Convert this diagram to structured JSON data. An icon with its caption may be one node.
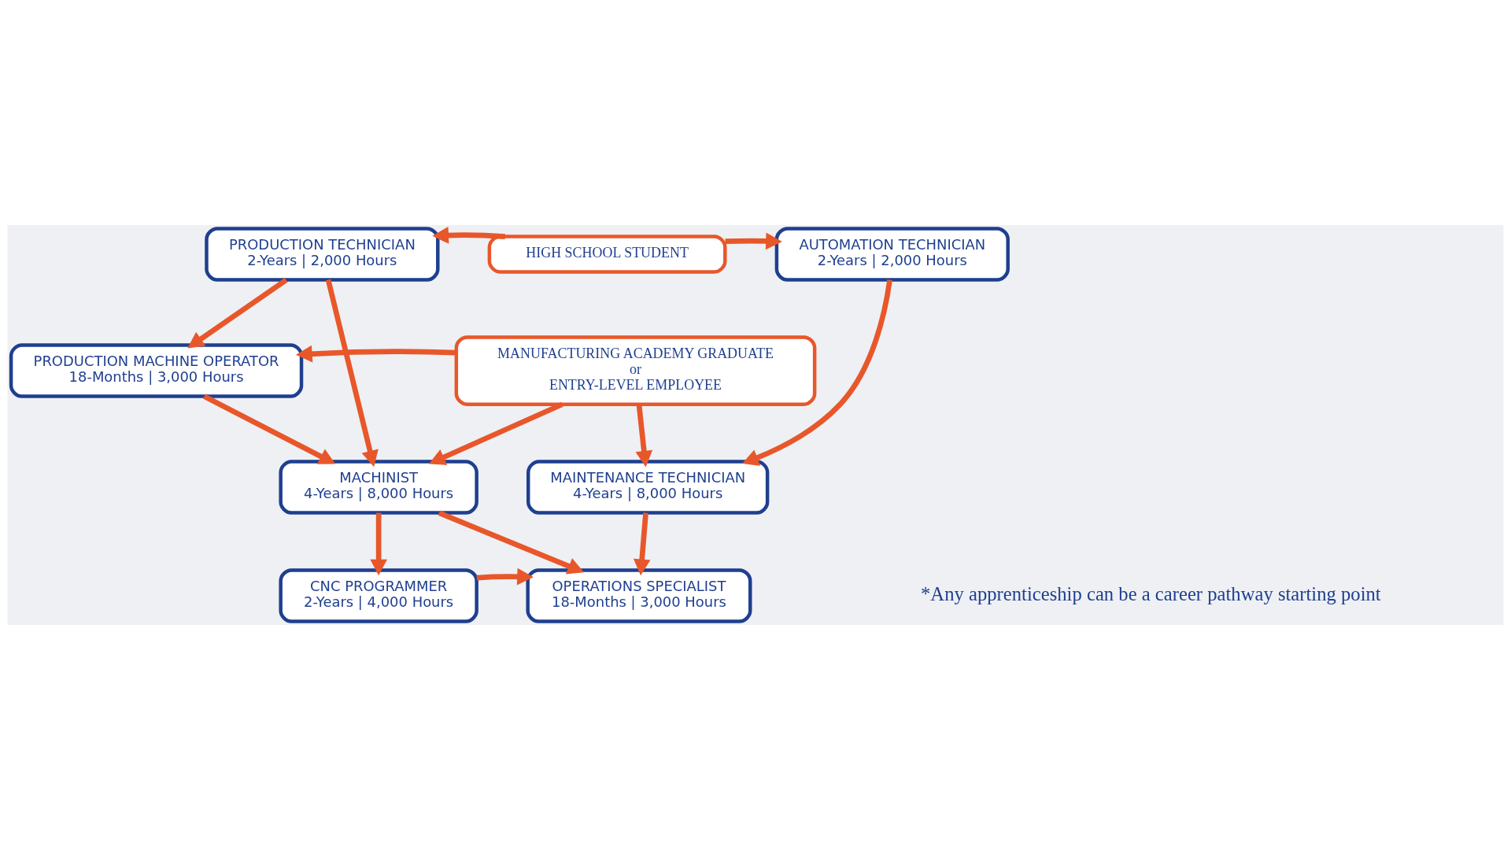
{
  "diagram": {
    "nodes": [
      {
        "text": [
          "PRODUCTION TECHNICIAN",
          "2-Years | 2,000 Hours"
        ]
      },
      {
        "text": [
          "HIGH SCHOOL STUDENT"
        ]
      },
      {
        "text": [
          "AUTOMATION TECHNICIAN",
          "2-Years | 2,000 Hours"
        ]
      },
      {
        "text": [
          "PRODUCTION MACHINE OPERATOR",
          "18-Months | 3,000 Hours"
        ]
      },
      {
        "text": [
          "MANUFACTURING ACADEMY GRADUATE",
          "or",
          "ENTRY-LEVEL EMPLOYEE"
        ]
      },
      {
        "text": [
          "MACHINIST",
          "4-Years | 8,000 Hours"
        ]
      },
      {
        "text": [
          "MAINTENANCE TECHNICIAN",
          "4-Years | 8,000 Hours"
        ]
      },
      {
        "text": [
          "CNC PROGRAMMER",
          "2-Years | 4,000 Hours"
        ]
      },
      {
        "text": [
          "OPERATIONS SPECIALIST",
          "18-Months | 3,000 Hours"
        ]
      }
    ],
    "edges": [
      {
        "from": 1,
        "to": 0,
        "arrow": "to"
      },
      {
        "from": 1,
        "to": 2,
        "arrow": "to"
      },
      {
        "from": 0,
        "to": 3,
        "arrow": "to"
      },
      {
        "from": 0,
        "to": 5,
        "arrow": "to"
      },
      {
        "from": 4,
        "to": 3,
        "arrow": "to"
      },
      {
        "from": 3,
        "to": 5,
        "arrow": "to"
      },
      {
        "from": 4,
        "to": 5,
        "arrow": "to"
      },
      {
        "from": 4,
        "to": 6,
        "arrow": "to"
      },
      {
        "from": 2,
        "to": 6,
        "arrow": "to"
      },
      {
        "from": 5,
        "to": 7,
        "arrow": "to"
      },
      {
        "from": 5,
        "to": 8,
        "arrow": "to"
      },
      {
        "from": 6,
        "to": 8,
        "arrow": "to"
      },
      {
        "from": 7,
        "to": 8,
        "arrow": "to"
      }
    ],
    "labels": [
      "*Any apprenticeship can be a career pathway starting point"
    ]
  }
}
